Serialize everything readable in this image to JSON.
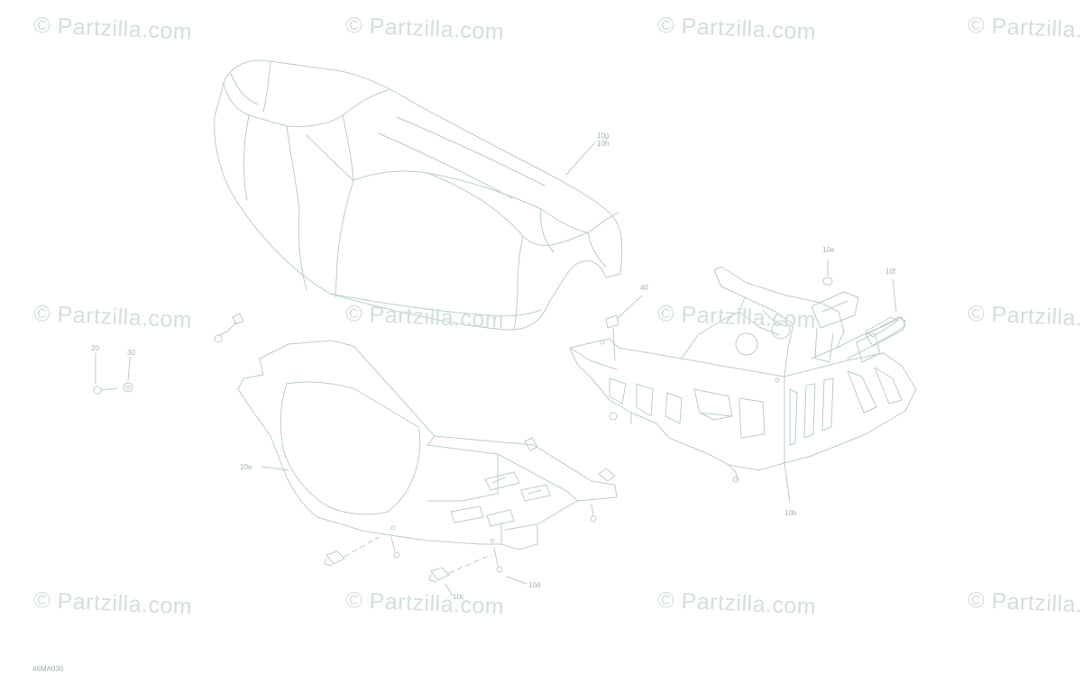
{
  "colors": {
    "line": "#b9cec6",
    "label": "#9fb5ad",
    "watermark": "#d3dfda"
  },
  "watermark": {
    "text": "© Partzilla.com"
  },
  "diagram_code": "46MA030",
  "callouts": {
    "c10g": "10g",
    "c10h": "10h",
    "c10e": "10e",
    "c10f": "10f",
    "c40": "40",
    "c20": "20",
    "c30": "30",
    "c10a": "10a",
    "c10b": "10b",
    "c10c": "10c",
    "c10d": "10d"
  }
}
